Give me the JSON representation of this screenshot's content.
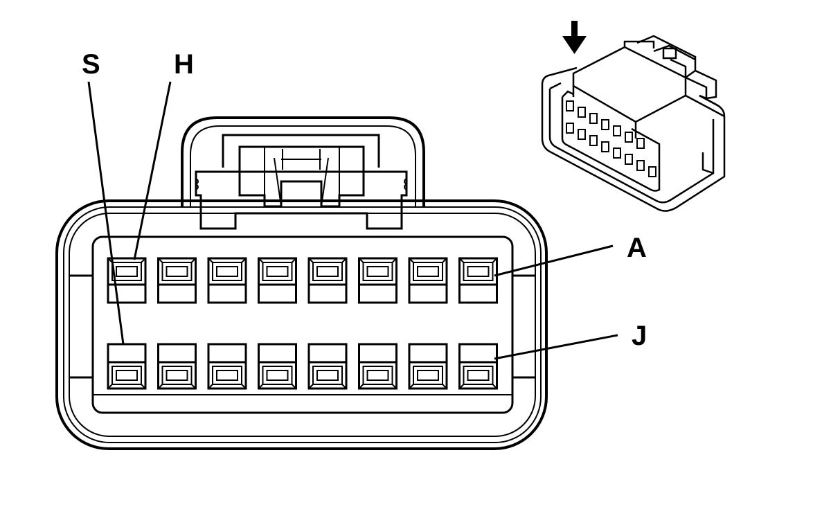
{
  "diagram": {
    "labels": {
      "pin_s": "S",
      "pin_h": "H",
      "pin_a": "A",
      "pin_j": "J"
    },
    "icons": {
      "insertion_arrow": "down-arrow-icon",
      "connector_isometric": "connector-isometric-icon"
    },
    "colors": {
      "line": "#000000",
      "background": "#ffffff"
    },
    "cavities": {
      "rows": 2,
      "columns": 8
    }
  }
}
